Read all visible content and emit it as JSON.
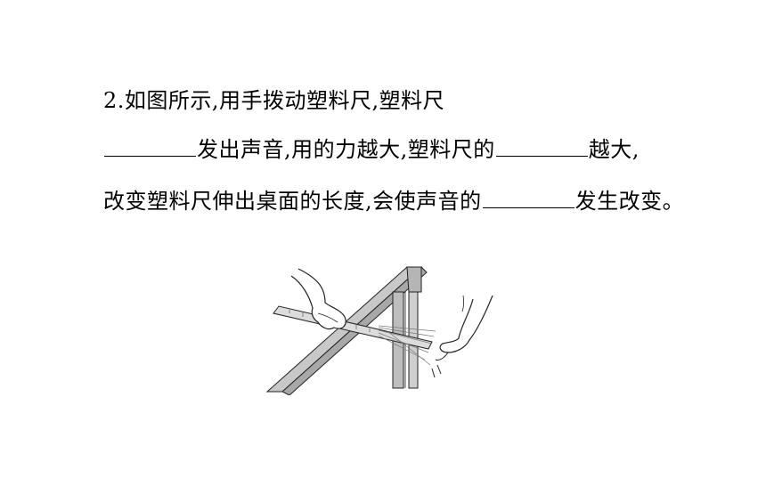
{
  "question": {
    "line1": "2.如图所示,用手拨动塑料尺,塑料尺",
    "line2_after_blank": "发出声音,用的力越大,塑料尺的",
    "line2_end": "越大,",
    "line3_start": "改变塑料尺伸出桌面的长度,会使声音的",
    "line3_end": "发生改变。"
  },
  "figure": {
    "icon": "hand-plucking-ruler-on-table-illustration",
    "colors": {
      "table": "#bdbdbd",
      "ruler": "#d9d9d9",
      "outline": "#222222"
    }
  }
}
